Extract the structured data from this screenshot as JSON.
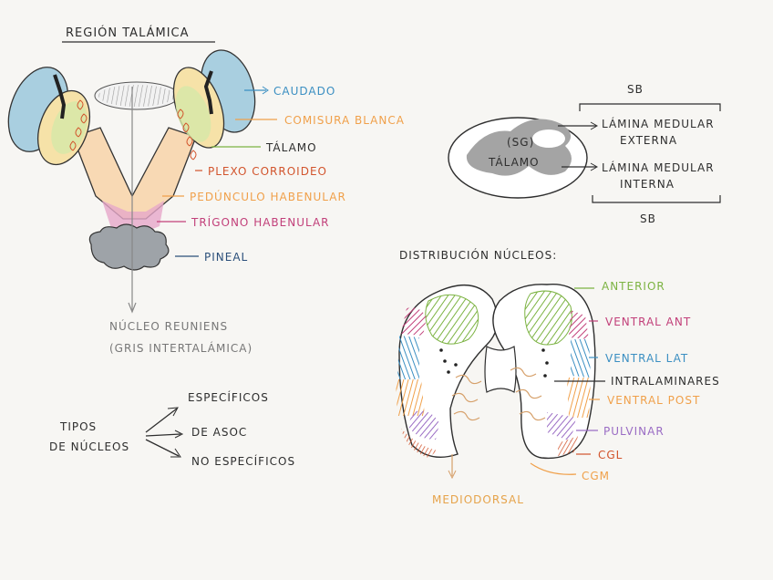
{
  "title": "REGIÓN TALÁMICA",
  "colors": {
    "blue": "#3b8fc2",
    "orange": "#f0a04a",
    "green": "#7cb342",
    "red": "#d2542c",
    "magenta": "#c2407a",
    "purple": "#9a6cc4",
    "navy": "#2b4f7a",
    "grey": "#888888",
    "gold": "#e6a34a"
  },
  "anatomy_labels": {
    "caudado": "CAUDADO",
    "comisura": "COMISURA BLANCA",
    "talamo": "TÁLAMO",
    "plexo": "PLEXO CORROIDEO",
    "pedunculo": "PEDÚNCULO HABENULAR",
    "trigono": "TRÍGONO HABENULAR",
    "pineal": "PINEAL",
    "nucleo_reuniens": "NÚCLEO REUNIENS",
    "nucleo_reuniens_sub": "(GRIS INTERTALÁMICA)"
  },
  "section": {
    "sb_top": "SB",
    "sb_bottom": "SB",
    "sg": "(SG)",
    "talamo": "TÁLAMO",
    "lamina_externa_1": "LÁMINA MEDULAR",
    "lamina_externa_2": "EXTERNA",
    "lamina_interna_1": "LÁMINA MEDULAR",
    "lamina_interna_2": "INTERNA"
  },
  "tipos": {
    "label_1": "TIPOS",
    "label_2": "DE NÚCLEOS",
    "especificos": "ESPECÍFICOS",
    "asoc": "DE ASOC",
    "no_especificos": "NO ESPECÍFICOS"
  },
  "distribucion": {
    "title": "DISTRIBUCIÓN NÚCLEOS:",
    "anterior": "ANTERIOR",
    "ventral_ant": "VENTRAL ANT",
    "ventral_lat": "VENTRAL LAT",
    "intralaminares": "INTRALAMINARES",
    "ventral_post": "VENTRAL POST",
    "pulvinar": "PULVINAR",
    "cgl": "CGL",
    "cgm": "CGM",
    "mediodorsal": "MEDIODORSAL"
  }
}
